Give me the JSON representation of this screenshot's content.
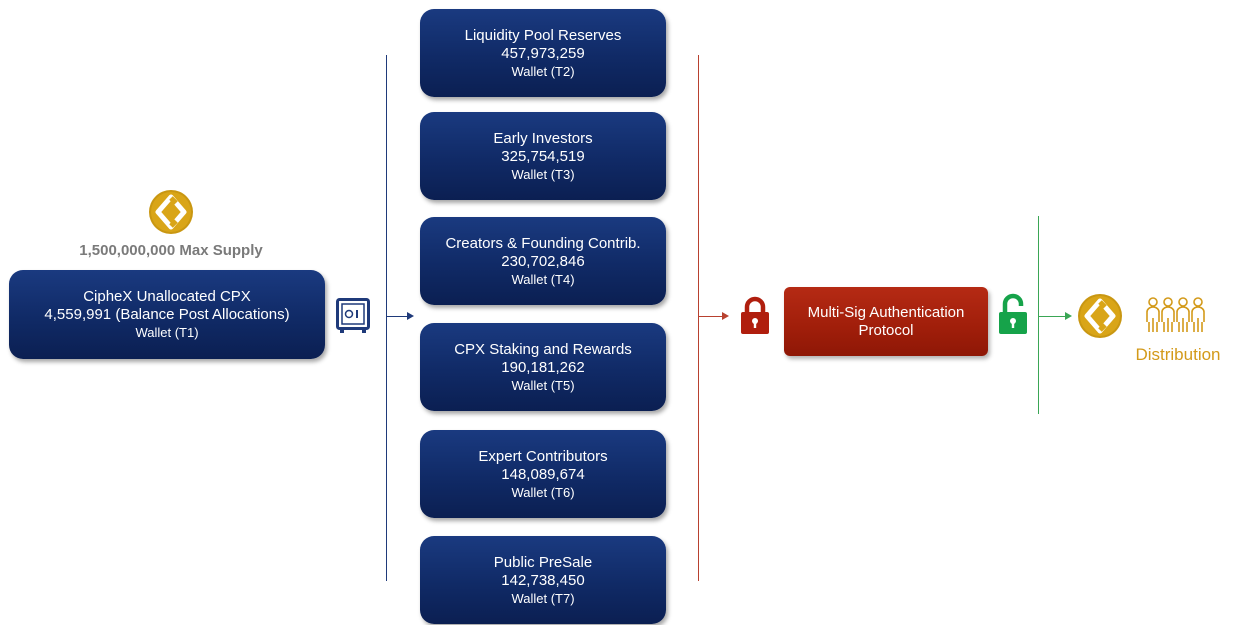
{
  "max_supply_label": "1,500,000,000 Max Supply",
  "source_wallet": {
    "name": "CipheX Unallocated CPX",
    "amount": "4,559,991 (Balance Post Allocations)",
    "wallet": "Wallet (T1)"
  },
  "allocations": [
    {
      "name": "Liquidity Pool Reserves",
      "amount": "457,973,259",
      "wallet": "Wallet (T2)"
    },
    {
      "name": "Early Investors",
      "amount": "325,754,519",
      "wallet": "Wallet (T3)"
    },
    {
      "name": "Creators & Founding Contrib.",
      "amount": "230,702,846",
      "wallet": "Wallet (T4)"
    },
    {
      "name": "CPX Staking and Rewards",
      "amount": "190,181,262",
      "wallet": "Wallet (T5)"
    },
    {
      "name": "Expert Contributors",
      "amount": "148,089,674",
      "wallet": "Wallet (T6)"
    },
    {
      "name": "Public PreSale",
      "amount": "142,738,450",
      "wallet": "Wallet (T7)"
    }
  ],
  "auth_protocol": {
    "line1": "Multi-Sig Authentication",
    "line2": "Protocol"
  },
  "distribution_label": "Distribution",
  "colors": {
    "navy": "#102a66",
    "red": "#a01e0a",
    "lock_red": "#b01e0e",
    "lock_green": "#16a34a",
    "gold": "#d39a1a",
    "line_blue": "#1f3a7a",
    "line_red": "#b8412f",
    "line_green": "#3aa655"
  },
  "icons": [
    "cpx-coin-icon",
    "safe-icon",
    "lock-closed-icon",
    "lock-open-icon",
    "cpx-coin-icon",
    "people-group-icon"
  ]
}
